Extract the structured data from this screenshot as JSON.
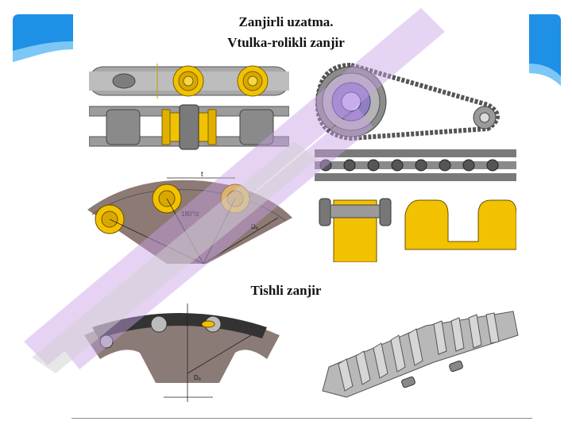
{
  "slide": {
    "title": "Zanjirli  uzatma.",
    "subtitle": "Vtulka-rolikli zanjir",
    "section": "Tishli zanjir"
  },
  "labels": {
    "pitch": "t",
    "angle": "180°/z",
    "pitch_diameter": "Dₐ",
    "toothed_diameter": "Dₐ"
  },
  "colors": {
    "accent_blue": "#1e90e6",
    "roller_yellow": "#f2c200",
    "steel": "#9a9a9a",
    "watermark": "#c8a0e8"
  }
}
